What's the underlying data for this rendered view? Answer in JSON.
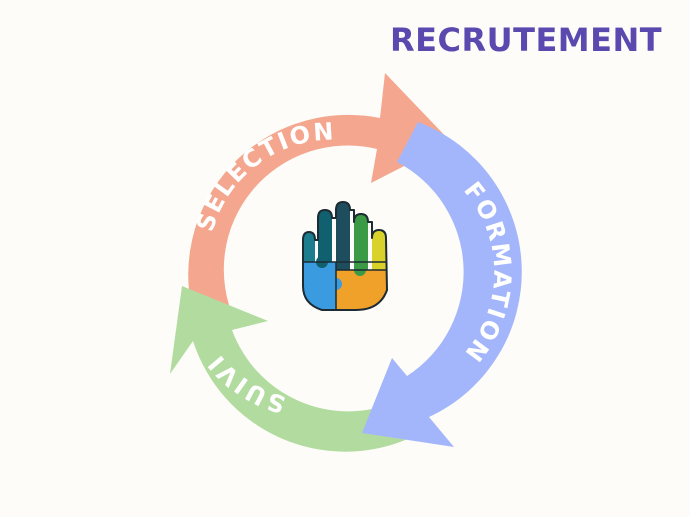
{
  "title": "RECRUTEMENT",
  "steps": [
    {
      "label": "SELECTION",
      "color": "#f4a68e"
    },
    {
      "label": "FORMATION",
      "color": "#a4b6fb"
    },
    {
      "label": "SUIVI",
      "color": "#b2dc9f"
    }
  ],
  "colors": {
    "title": "#5a4ab0",
    "background": "#fdfcf8"
  },
  "center_icon": "puzzle-hand-icon"
}
